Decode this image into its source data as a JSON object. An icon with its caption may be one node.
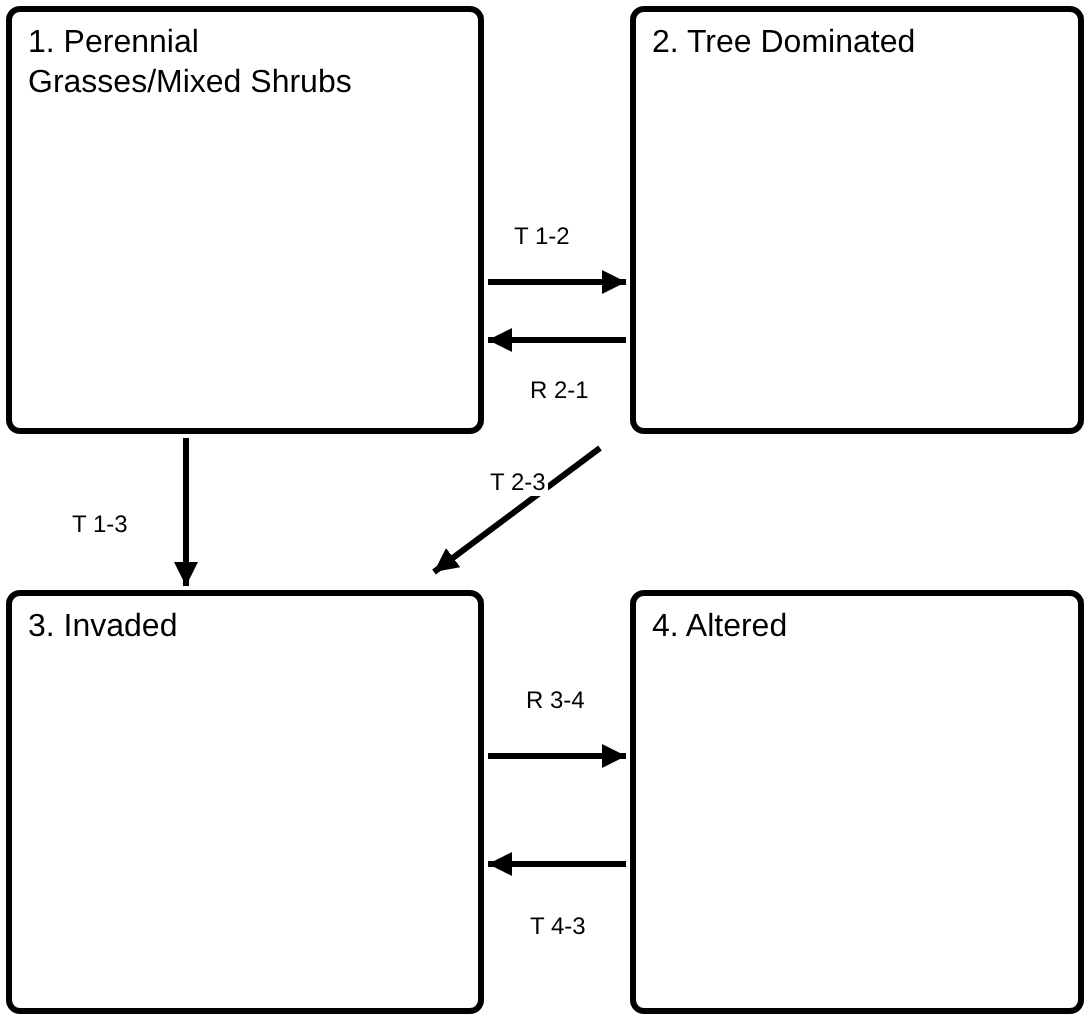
{
  "diagram": {
    "nodes": [
      {
        "text": [
          "1. Perennial Grasses/Mixed Shrubs"
        ]
      },
      {
        "text": [
          "2. Tree Dominated"
        ]
      },
      {
        "text": [
          "3. Invaded"
        ]
      },
      {
        "text": [
          "4. Altered"
        ]
      }
    ],
    "edges": [
      {
        "from": 0,
        "to": 1,
        "arrow": "to",
        "label": "T 1-2"
      },
      {
        "from": 1,
        "to": 0,
        "arrow": "to",
        "label": "R 2-1"
      },
      {
        "from": 0,
        "to": 2,
        "arrow": "to",
        "label": "T 1-3"
      },
      {
        "from": 1,
        "to": 2,
        "arrow": "to",
        "label": "T 2-3"
      },
      {
        "from": 2,
        "to": 3,
        "arrow": "to",
        "label": "R 3-4"
      },
      {
        "from": 3,
        "to": 2,
        "arrow": "to",
        "label": "T 4-3"
      }
    ]
  }
}
